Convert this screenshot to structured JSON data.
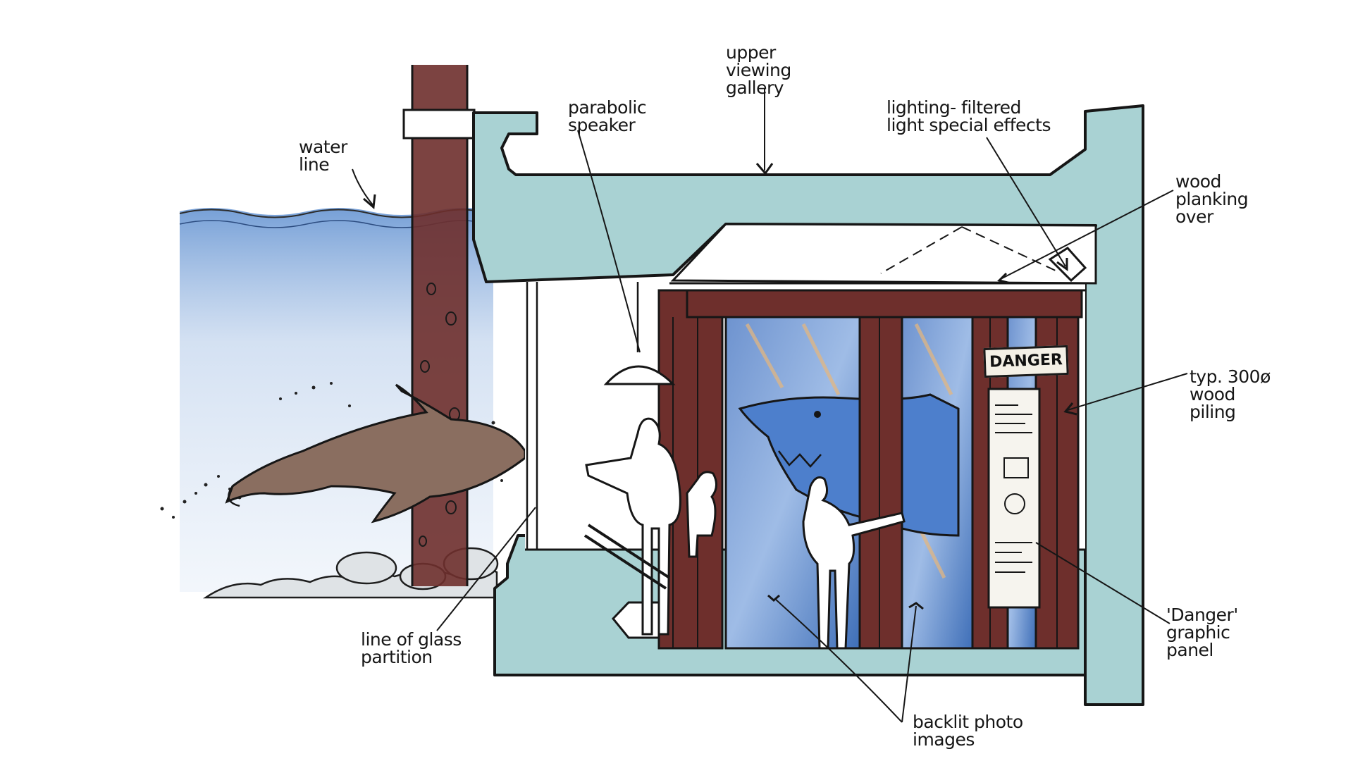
{
  "labels": {
    "water_line": [
      "water",
      "line"
    ],
    "parabolic_speaker": [
      "parabolic",
      "speaker"
    ],
    "upper_viewing_gallery": [
      "upper",
      "viewing",
      "gallery"
    ],
    "lighting_effects": [
      "lighting- filtered",
      "light special effects"
    ],
    "wood_planking": [
      "wood",
      "planking",
      "over"
    ],
    "wood_piling": [
      "typ. 300ø",
      "wood",
      "piling"
    ],
    "danger_panel": [
      "'Danger'",
      "graphic",
      "panel"
    ],
    "backlit_photo": [
      "backlit photo",
      "images"
    ],
    "glass_partition": [
      "line of glass",
      "partition"
    ]
  },
  "sign_text": "DANGER",
  "colors": {
    "structure": "#a9d2d3",
    "water": "#5e8fd0",
    "piling": "#6e2f2c",
    "photo": "#3f6fb8",
    "shark": "#4d7fcc",
    "seal": "#8a6e60",
    "ink": "#161616"
  }
}
